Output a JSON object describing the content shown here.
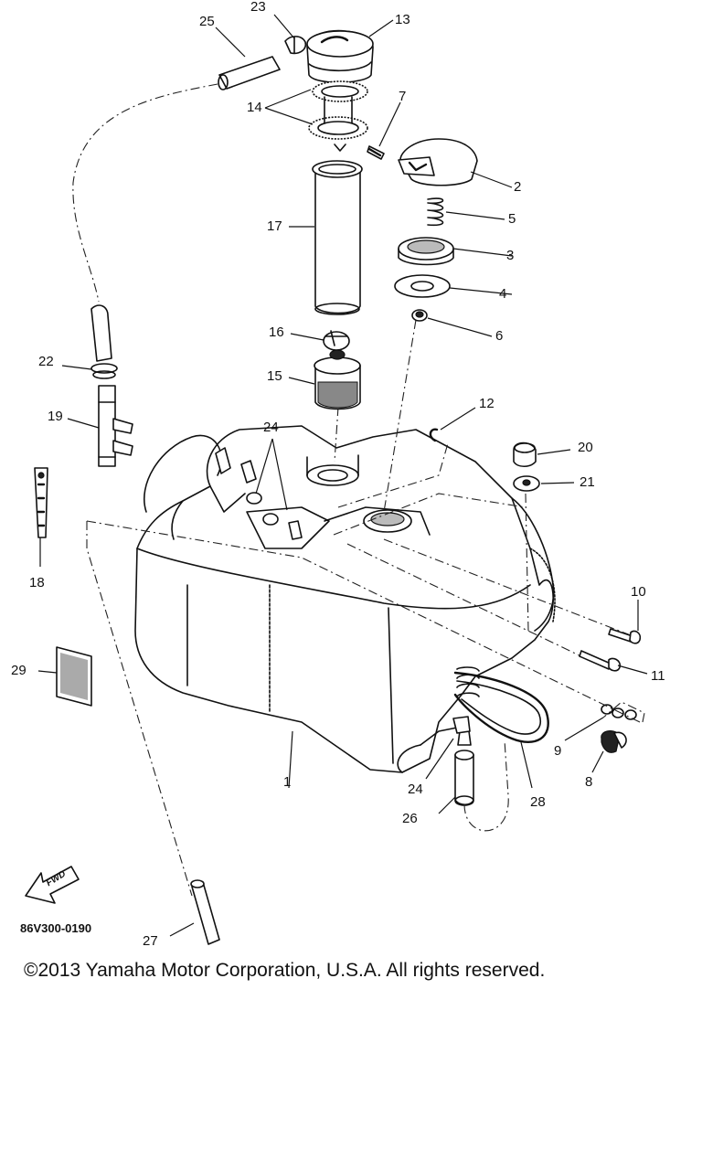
{
  "diagram": {
    "code": "86V300-0190",
    "copyright": "©2013 Yamaha Motor Corporation, U.S.A. All rights reserved.",
    "fwd_label": "FWD",
    "callouts": [
      {
        "id": "c1",
        "label": "1"
      },
      {
        "id": "c2",
        "label": "2"
      },
      {
        "id": "c3",
        "label": "3"
      },
      {
        "id": "c4",
        "label": "4"
      },
      {
        "id": "c5",
        "label": "5"
      },
      {
        "id": "c6",
        "label": "6"
      },
      {
        "id": "c7",
        "label": "7"
      },
      {
        "id": "c8",
        "label": "8"
      },
      {
        "id": "c9",
        "label": "9"
      },
      {
        "id": "c10",
        "label": "10"
      },
      {
        "id": "c11",
        "label": "11"
      },
      {
        "id": "c12",
        "label": "12"
      },
      {
        "id": "c13",
        "label": "13"
      },
      {
        "id": "c14",
        "label": "14"
      },
      {
        "id": "c15",
        "label": "15"
      },
      {
        "id": "c16",
        "label": "16"
      },
      {
        "id": "c17",
        "label": "17"
      },
      {
        "id": "c18",
        "label": "18"
      },
      {
        "id": "c19",
        "label": "19"
      },
      {
        "id": "c20",
        "label": "20"
      },
      {
        "id": "c21",
        "label": "21"
      },
      {
        "id": "c22",
        "label": "22"
      },
      {
        "id": "c23",
        "label": "23"
      },
      {
        "id": "c24a",
        "label": "24"
      },
      {
        "id": "c24b",
        "label": "24"
      },
      {
        "id": "c25",
        "label": "25"
      },
      {
        "id": "c26",
        "label": "26"
      },
      {
        "id": "c27",
        "label": "27"
      },
      {
        "id": "c28",
        "label": "28"
      },
      {
        "id": "c29",
        "label": "29"
      }
    ]
  }
}
